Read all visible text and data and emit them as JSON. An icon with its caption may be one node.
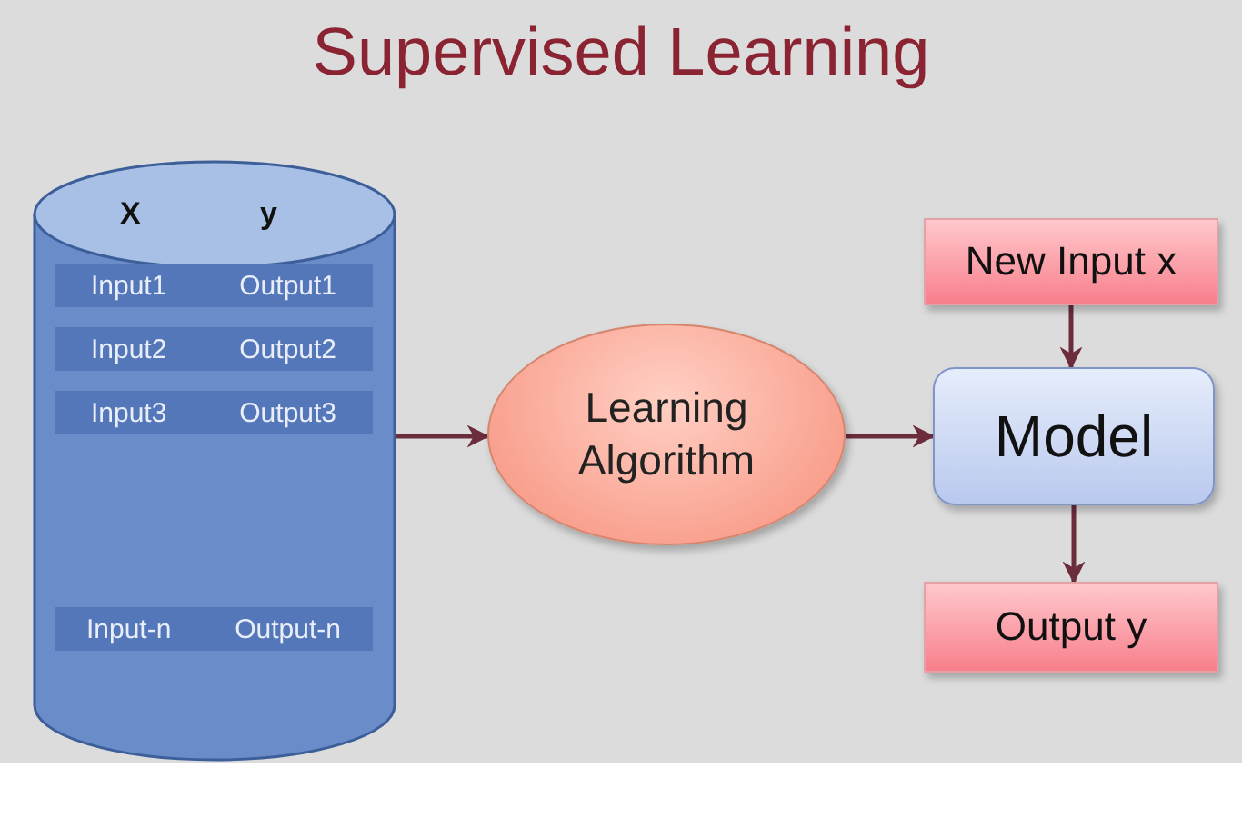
{
  "diagram": {
    "title": "Supervised Learning",
    "nodes": [
      {
        "text": [
          "X",
          "y"
        ]
      },
      {
        "text": [
          "Input1",
          "Output1"
        ],
        "in": 0
      },
      {
        "text": [
          "Input2",
          "Output2"
        ],
        "in": 0
      },
      {
        "text": [
          "Input3",
          "Output3"
        ],
        "in": 0
      },
      {
        "text": [
          "Input-n",
          "Output-n"
        ],
        "in": 0
      },
      {
        "text": [
          "Learning Algorithm"
        ]
      },
      {
        "text": [
          "New Input x"
        ]
      },
      {
        "text": [
          "Model"
        ]
      },
      {
        "text": [
          "Output y"
        ]
      }
    ],
    "edges": [
      {
        "from": 0,
        "to": 5,
        "arrow": "to"
      },
      {
        "from": 5,
        "to": 7,
        "arrow": "to"
      },
      {
        "from": 6,
        "to": 7,
        "arrow": "to"
      },
      {
        "from": 7,
        "to": 8,
        "arrow": "to"
      }
    ]
  }
}
